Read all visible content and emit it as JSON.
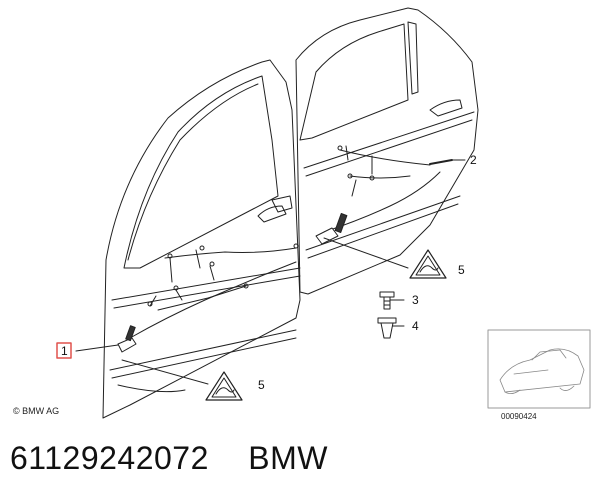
{
  "diagram": {
    "callouts": {
      "one": "1",
      "two": "2",
      "three": "3",
      "four": "4",
      "five_rear": "5",
      "five_front": "5"
    },
    "copyright": "© BMW AG",
    "thumbnail_id": "00090424"
  },
  "footer": {
    "part_number": "61129242072",
    "brand": "BMW"
  },
  "colors": {
    "line": "#222222",
    "highlight_box": "#e0524d",
    "thumbnail_border": "#999999"
  }
}
